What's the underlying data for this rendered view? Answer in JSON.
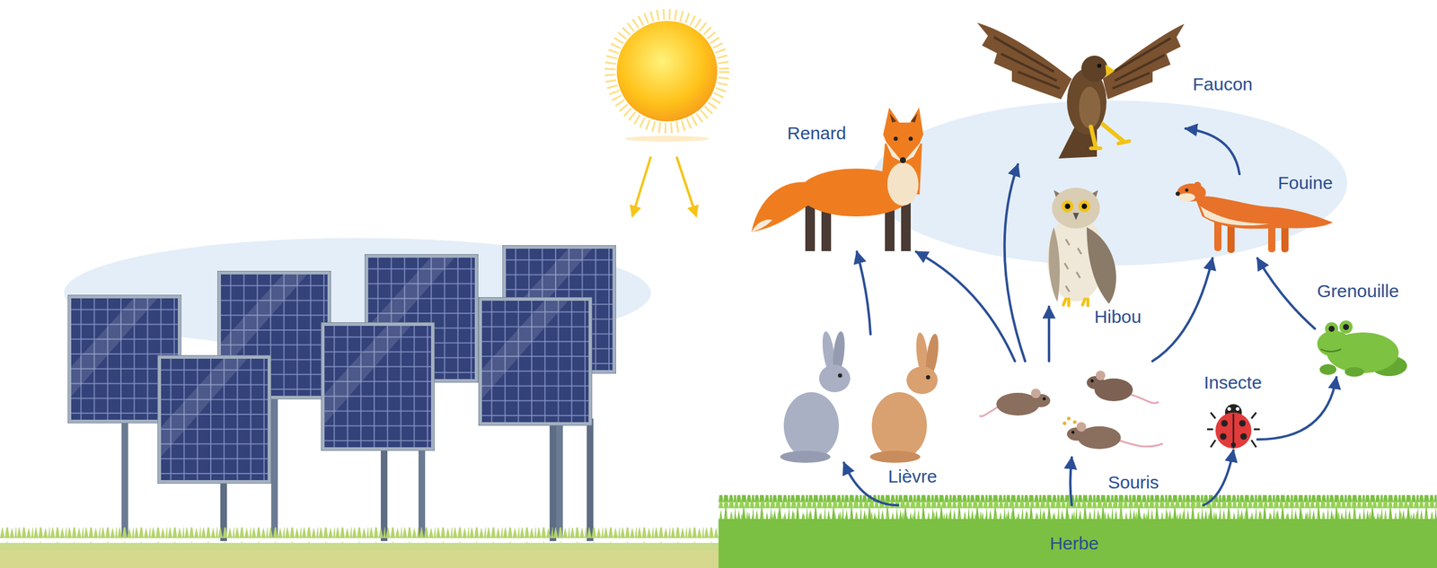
{
  "diagram": {
    "nodes": [
      {
        "text": [
          "Faucon"
        ]
      },
      {
        "text": [
          "Renard"
        ]
      },
      {
        "text": [
          "Fouine"
        ]
      },
      {
        "text": [
          "Hibou"
        ]
      },
      {
        "text": [
          "Grenouille"
        ]
      },
      {
        "text": [
          "Insecte"
        ]
      },
      {
        "text": [
          "Lièvre"
        ]
      },
      {
        "text": [
          "Souris"
        ]
      },
      {
        "text": [
          "Herbe"
        ]
      }
    ],
    "edges": [
      {
        "from": 8,
        "to": 6,
        "arrow": "to"
      },
      {
        "from": 8,
        "to": 7,
        "arrow": "to"
      },
      {
        "from": 8,
        "to": 5,
        "arrow": "to"
      },
      {
        "from": 6,
        "to": 1,
        "arrow": "to"
      },
      {
        "from": 7,
        "to": 1,
        "arrow": "to"
      },
      {
        "from": 7,
        "to": 0,
        "arrow": "to"
      },
      {
        "from": 7,
        "to": 3,
        "arrow": "to"
      },
      {
        "from": 7,
        "to": 2,
        "arrow": "to"
      },
      {
        "from": 5,
        "to": 4,
        "arrow": "to"
      },
      {
        "from": 4,
        "to": 2,
        "arrow": "to"
      },
      {
        "from": 2,
        "to": 0,
        "arrow": "to"
      }
    ]
  }
}
